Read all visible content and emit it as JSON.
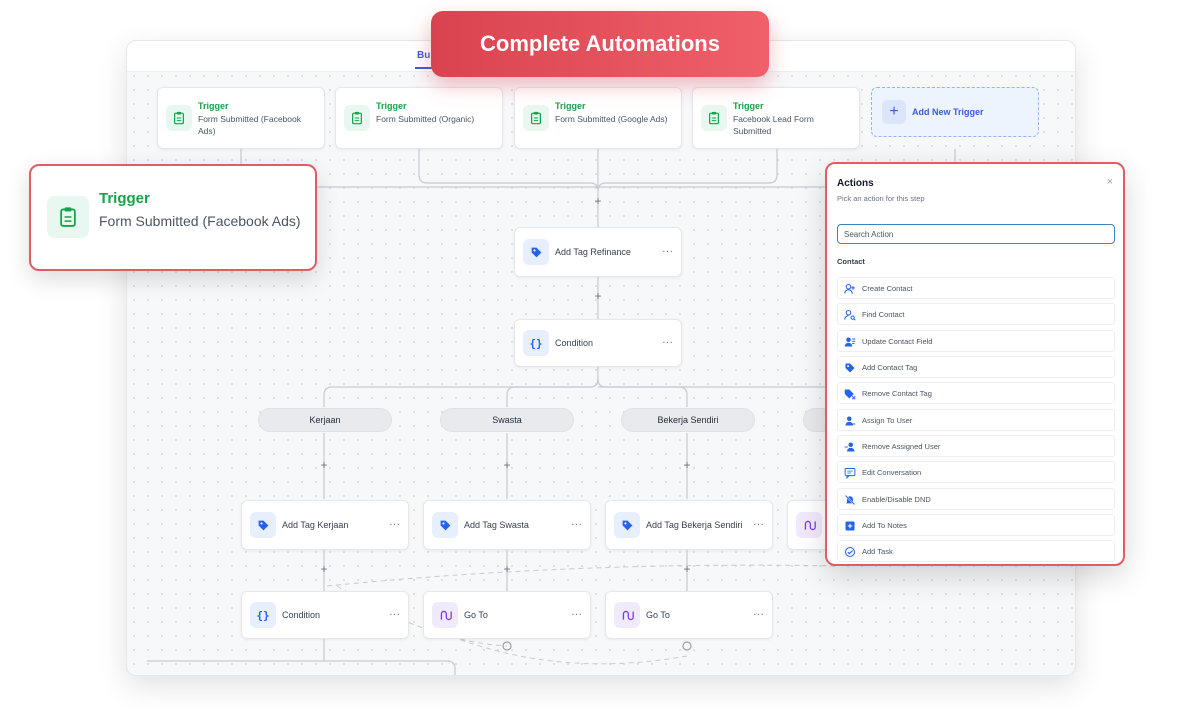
{
  "banner": {
    "title": "Complete Automations"
  },
  "topbar": {
    "tab_partial": "Bui"
  },
  "triggers": [
    {
      "title": "Trigger",
      "subtitle": "Form Submitted (Facebook Ads)"
    },
    {
      "title": "Trigger",
      "subtitle": "Form Submitted (Organic)"
    },
    {
      "title": "Trigger",
      "subtitle": "Form Submitted (Google Ads)"
    },
    {
      "title": "Trigger",
      "subtitle": "Facebook Lead Form Submitted"
    }
  ],
  "add_trigger": {
    "label": "Add New Trigger",
    "plus": "+"
  },
  "steps": {
    "add_tag_refinance": "Add Tag Refinance",
    "condition_main": "Condition",
    "more": "···",
    "plus": "+"
  },
  "branches": [
    "Kerjaan",
    "Swasta",
    "Bekerja Sendiri"
  ],
  "branch_actions": [
    "Add Tag Kerjaan",
    "Add Tag Swasta",
    "Add Tag Bekerja Sendiri"
  ],
  "bottom_row": [
    "Condition",
    "Go To",
    "Go To"
  ],
  "highlight_trigger": {
    "title": "Trigger",
    "subtitle": "Form Submitted (Facebook Ads)"
  },
  "actions_panel": {
    "title": "Actions",
    "subtitle": "Pick an action for this step",
    "close": "×",
    "search_placeholder": "Search Action",
    "section": "Contact",
    "items": [
      {
        "label": "Create Contact",
        "icon": "person-add-icon"
      },
      {
        "label": "Find Contact",
        "icon": "person-search-icon"
      },
      {
        "label": "Update Contact Field",
        "icon": "person-edit-icon"
      },
      {
        "label": "Add Contact Tag",
        "icon": "tag-icon"
      },
      {
        "label": "Remove Contact Tag",
        "icon": "tag-remove-icon"
      },
      {
        "label": "Assign To User",
        "icon": "user-assign-icon"
      },
      {
        "label": "Remove Assigned User",
        "icon": "user-remove-icon"
      },
      {
        "label": "Edit Conversation",
        "icon": "chat-edit-icon"
      },
      {
        "label": "Enable/Disable DND",
        "icon": "bell-off-icon"
      },
      {
        "label": "Add To Notes",
        "icon": "note-icon"
      },
      {
        "label": "Add Task",
        "icon": "task-check-icon"
      }
    ]
  },
  "colors": {
    "accent": "#3b5bdb",
    "trigger_green": "#16a34a",
    "highlight_red": "#e35b64",
    "tag_blue": "#2563eb",
    "goto_purple": "#7c3aed"
  }
}
